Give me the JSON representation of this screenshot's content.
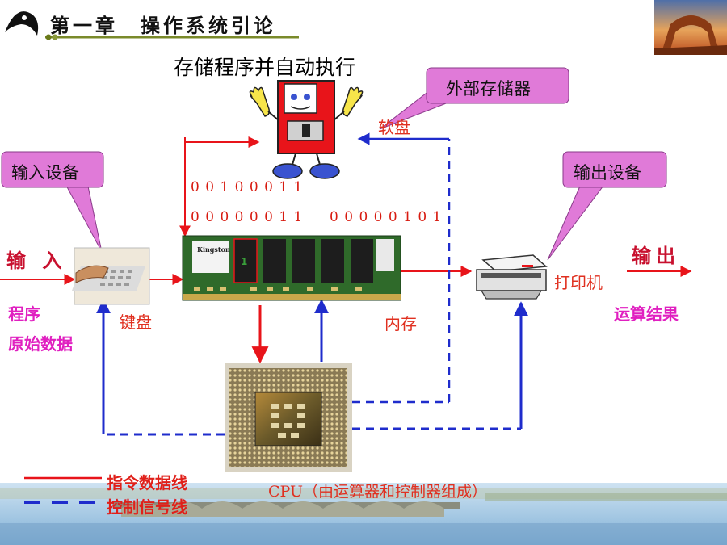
{
  "header": {
    "title": "第一章　操作系统引论"
  },
  "diagram": {
    "subtitle": "存储程序并自动执行",
    "callouts": {
      "external_storage": "外部存储器",
      "input_device": "输入设备",
      "output_device": "输出设备"
    },
    "labels": {
      "floppy": "软盘",
      "keyboard": "键盘",
      "memory": "内存",
      "printer": "打印机",
      "input": "输 入",
      "output": "输出",
      "program": "程序",
      "raw_data": "原始数据",
      "results": "运算结果",
      "cpu": "CPU（由运算器和控制器组成）",
      "ram_brand": "Kingston",
      "ram_chip_mark": "1"
    },
    "bits": {
      "row1": "0 0 1 0 0 0 1 1",
      "row2_left": "0 0 0 0 0 0 1 1",
      "row2_right": "0 0 0 0 0 1 0 1"
    }
  },
  "legend": {
    "data_line": "指令数据线",
    "control_line": "控制信号线"
  },
  "colors": {
    "data_line": "#e8141a",
    "control_line": "#1f2ccc",
    "callout_fill": "#e07ad8",
    "magenta_text": "#e020c0",
    "ram_board": "#2f6a2a",
    "floppy_body": "#e8141a"
  }
}
